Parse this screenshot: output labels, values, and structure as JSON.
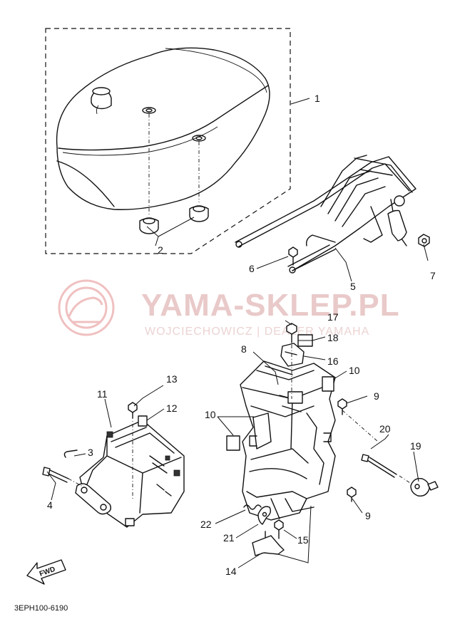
{
  "watermark": {
    "title": "YAMA-SKLEP.PL",
    "subtitle": "WOJCIECHOWICZ | DEALER YAMAHA"
  },
  "diagram_code": "3EPH100-6190",
  "fwd_label": "FWD",
  "callouts": {
    "c1": "1",
    "c2": "2",
    "c3": "3",
    "c4": "4",
    "c5": "5",
    "c6": "6",
    "c7": "7",
    "c8": "8",
    "c9a": "9",
    "c9b": "9",
    "c10a": "10",
    "c10b": "10",
    "c11": "11",
    "c12": "12",
    "c13": "13",
    "c14": "14",
    "c15": "15",
    "c16": "16",
    "c17": "17",
    "c18": "18",
    "c19": "19",
    "c20": "20",
    "c21": "21",
    "c22": "22"
  }
}
